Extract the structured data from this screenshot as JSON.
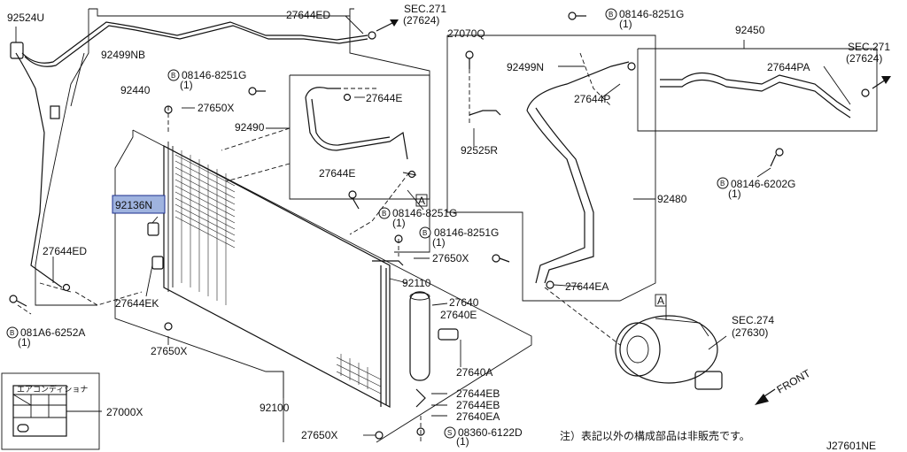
{
  "diagram": {
    "id_label": "J27601NE",
    "note": "注）表記以外の構成部品は非販売です。",
    "label_plate_title": "エアコンディショナ",
    "section_refs": {
      "sec271_top": [
        "SEC.271",
        "(27624)"
      ],
      "sec271_right": [
        "SEC.271",
        "(27624)"
      ],
      "sec274": [
        "SEC.274",
        "(27630)"
      ]
    },
    "front_label": "FRONT",
    "ref_marker": "A",
    "bolt_prefix": "B",
    "screw_prefix": "S",
    "parts": {
      "p92524U": "92524U",
      "p27644ED_top": "27644ED",
      "p92499NB": "92499NB",
      "p92440": "92440",
      "p08146_8251G_a": "08146-8251G",
      "p08146_8251G_a_qty": "(1)",
      "p27650X_a": "27650X",
      "p27644E_a": "27644E",
      "p92490": "92490",
      "p27644E_b": "27644E",
      "p92136N": "92136N",
      "p08146_8251G_b": "08146-8251G",
      "p08146_8251G_b_qty": "(1)",
      "p08146_8251G_c": "08146-8251G",
      "p08146_8251G_c_qty": "(1)",
      "p27650X_b": "27650X",
      "p27644ED_left": "27644ED",
      "p92110": "92110",
      "p27640": "27640",
      "p27640E": "27640E",
      "p27644EK": "27644EK",
      "p081A6_6252A": "081A6-6252A",
      "p081A6_6252A_qty": "(1)",
      "p27650X_c": "27650X",
      "p27640A": "27640A",
      "p27644EB_a": "27644EB",
      "p27644EB_b": "27644EB",
      "p27640EA": "27640EA",
      "p08360_6122D": "08360-6122D",
      "p08360_6122D_qty": "(1)",
      "p27650X_d": "27650X",
      "p92100": "92100",
      "p27000X": "27000X",
      "p08146_8251G_d": "08146-8251G",
      "p08146_8251G_d_qty": "(1)",
      "p27070Q": "27070Q",
      "p92499N": "92499N",
      "p27644P": "27644P",
      "p92525R": "92525R",
      "p92480": "92480",
      "p27644EA": "27644EA",
      "p92450": "92450",
      "p27644PA": "27644PA",
      "p08146_6202G": "08146-6202G",
      "p08146_6202G_qty": "(1)"
    }
  }
}
